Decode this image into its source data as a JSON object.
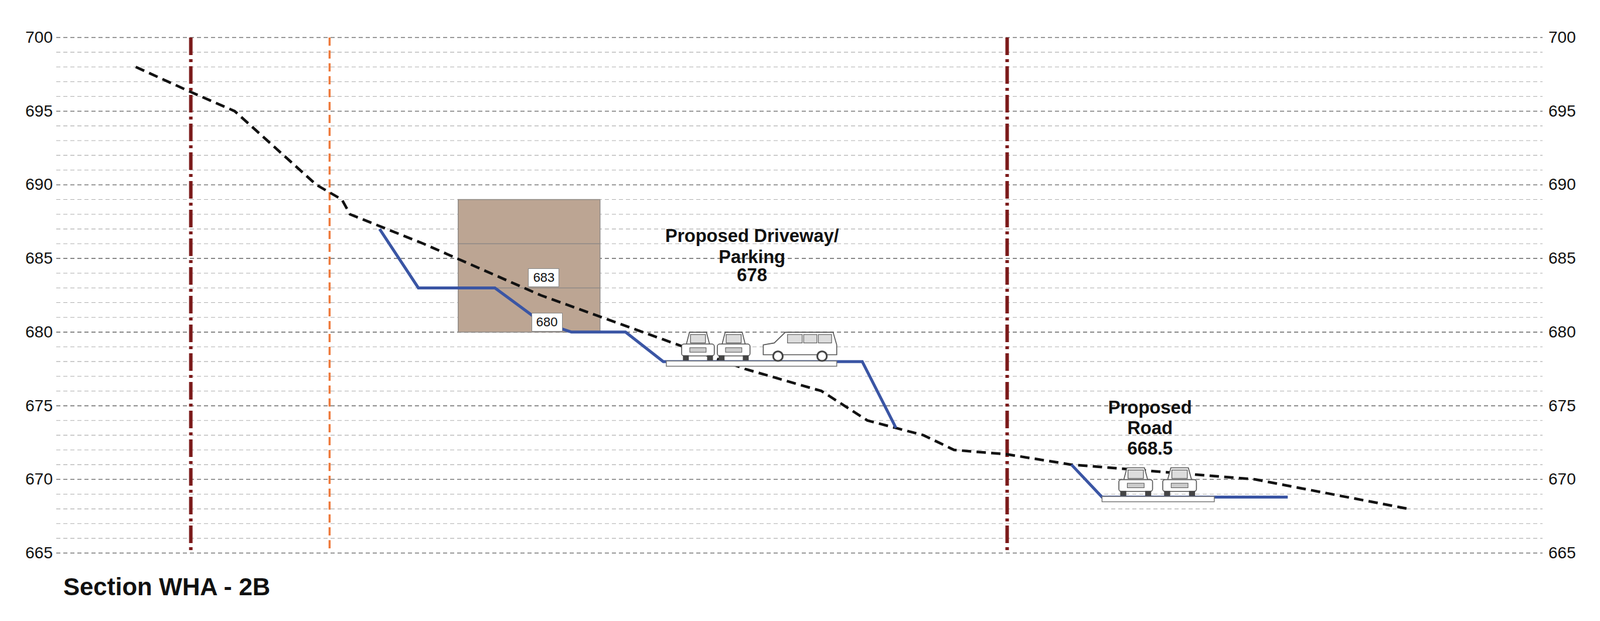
{
  "diagram": {
    "title": "Section WHA - 2B",
    "nodes": [
      {
        "text": [
          "683"
        ]
      },
      {
        "text": [
          "680"
        ]
      }
    ],
    "labels": [
      "700",
      "695",
      "690",
      "685",
      "680",
      "675",
      "670",
      "665",
      "700",
      "695",
      "690",
      "685",
      "680",
      "675",
      "670",
      "665",
      "Proposed Driveway/ Parking",
      "678",
      "Proposed Road",
      "668.5"
    ]
  }
}
